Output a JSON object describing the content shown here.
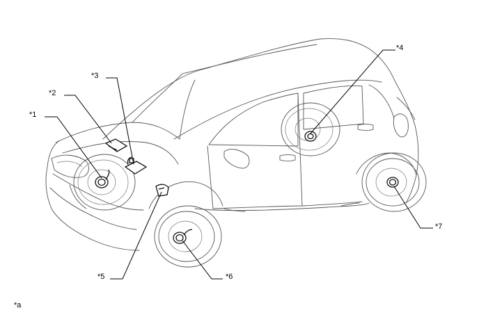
{
  "callouts": {
    "c1": "*1",
    "c2": "*2",
    "c3": "*3",
    "c4": "*4",
    "c5": "*5",
    "c6": "*6",
    "c7": "*7"
  },
  "footnote": "*a"
}
